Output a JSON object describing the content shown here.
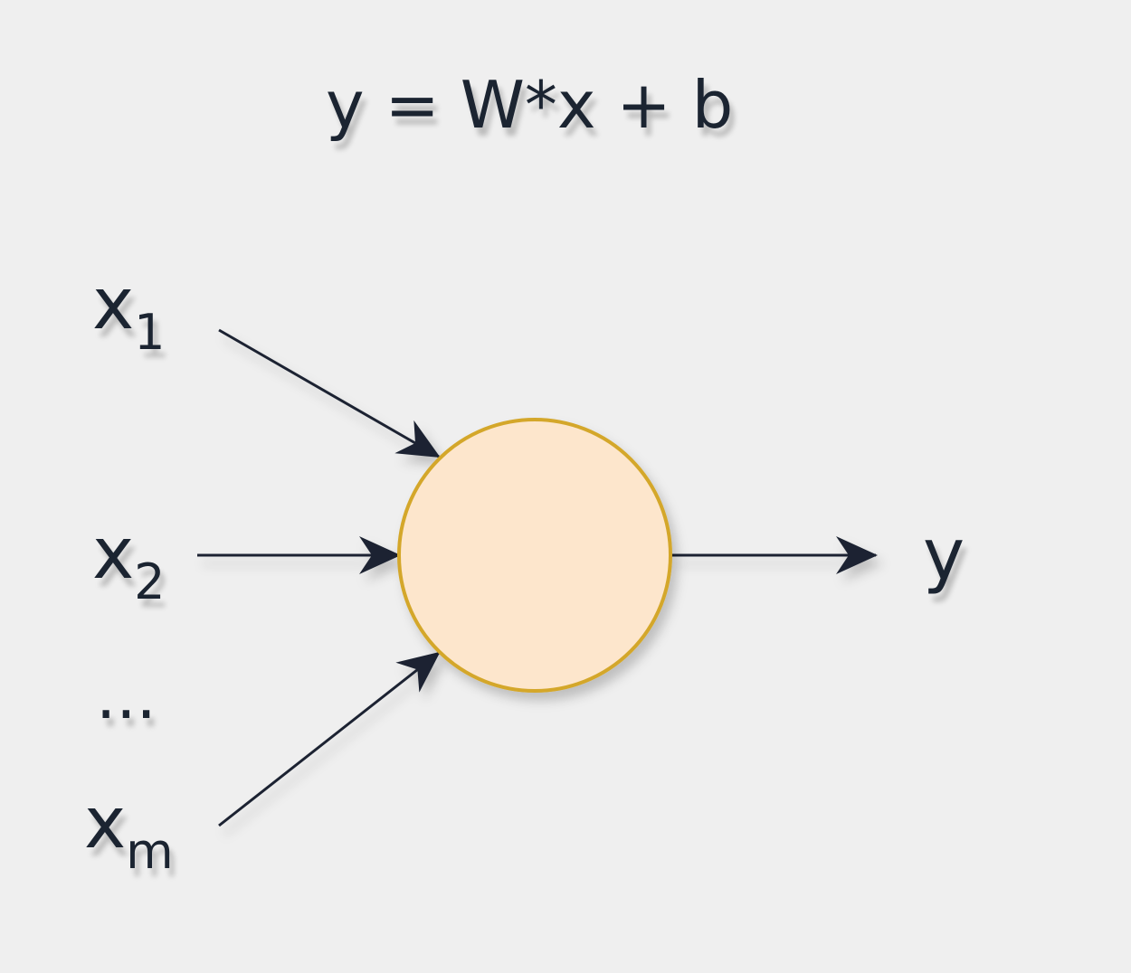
{
  "formula": "y = W*x + b",
  "inputs": {
    "x1": {
      "base": "x",
      "sub": "1"
    },
    "x2": {
      "base": "x",
      "sub": "2"
    },
    "ellipsis": "...",
    "xm": {
      "base": "x",
      "sub": "m"
    }
  },
  "output": "y",
  "colors": {
    "background": "#efefef",
    "node_fill": "#fde6cc",
    "node_stroke": "#d4a72c",
    "arrow": "#1b2431",
    "text": "#1b2431"
  }
}
